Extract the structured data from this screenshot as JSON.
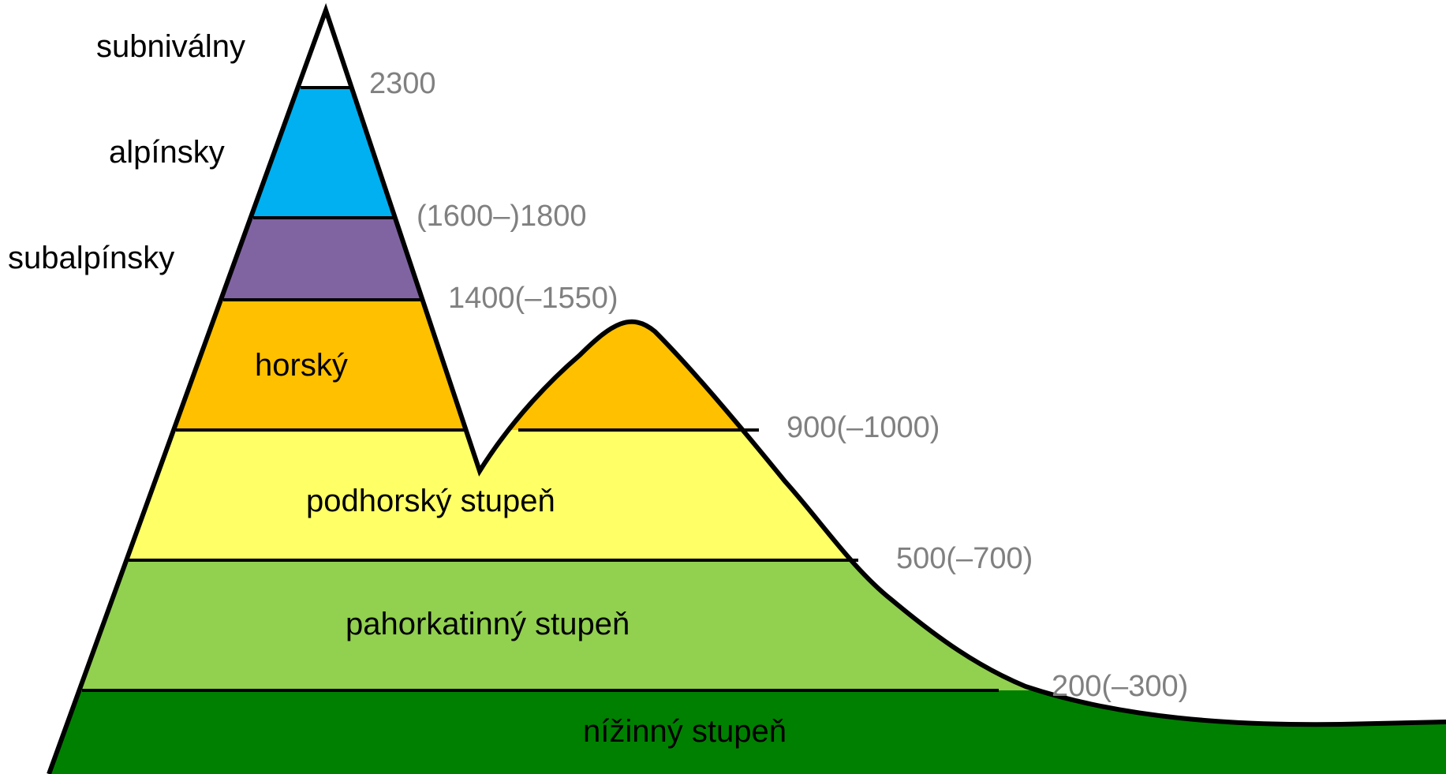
{
  "zones": [
    {
      "id": "subnivalny",
      "label": "subniválny",
      "color": "#ffffff"
    },
    {
      "id": "alpinsky",
      "label": "alpínsky",
      "color": "#00b0f0"
    },
    {
      "id": "subalpinsky",
      "label": "subalpínsky",
      "color": "#8064a2"
    },
    {
      "id": "horsky",
      "label": "horský",
      "color": "#ffc000"
    },
    {
      "id": "podhorsky",
      "label": "podhorský stupeň",
      "color": "#ffff66"
    },
    {
      "id": "pahorkatinny",
      "label": "pahorkatinný stupeň",
      "color": "#92d050"
    },
    {
      "id": "nizinny",
      "label": "nížinný stupeň",
      "color": "#008000"
    }
  ],
  "elevations": [
    {
      "id": "e2300",
      "label": "2300"
    },
    {
      "id": "e1800",
      "label": "(1600–)1800"
    },
    {
      "id": "e1400",
      "label": "1400(–1550)"
    },
    {
      "id": "e900",
      "label": "900(–1000)"
    },
    {
      "id": "e500",
      "label": "500(–700)"
    },
    {
      "id": "e200",
      "label": "200(–300)"
    }
  ],
  "colors": {
    "outline": "#000000",
    "elevation_text": "#808080"
  }
}
